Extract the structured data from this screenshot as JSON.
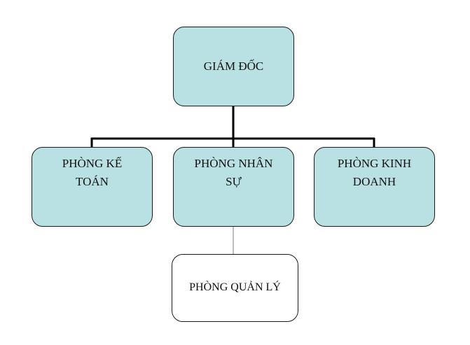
{
  "colors": {
    "box_fill_primary": "#b9e0e3",
    "box_fill_secondary": "#ffffff",
    "box_border": "#1a1a1a",
    "connector_thick": "#000000",
    "connector_thin": "#7f7f7f"
  },
  "nodes": {
    "ceo": {
      "label": "GIÁM ĐỐC"
    },
    "accounting": {
      "label": "PHÒNG KẾ\nTOÁN"
    },
    "hr": {
      "label": "PHÒNG NHÂN\nSỰ"
    },
    "sales": {
      "label": "PHÒNG KINH\nDOANH"
    },
    "management": {
      "label": "PHÒNG QUẢN LÝ"
    }
  }
}
